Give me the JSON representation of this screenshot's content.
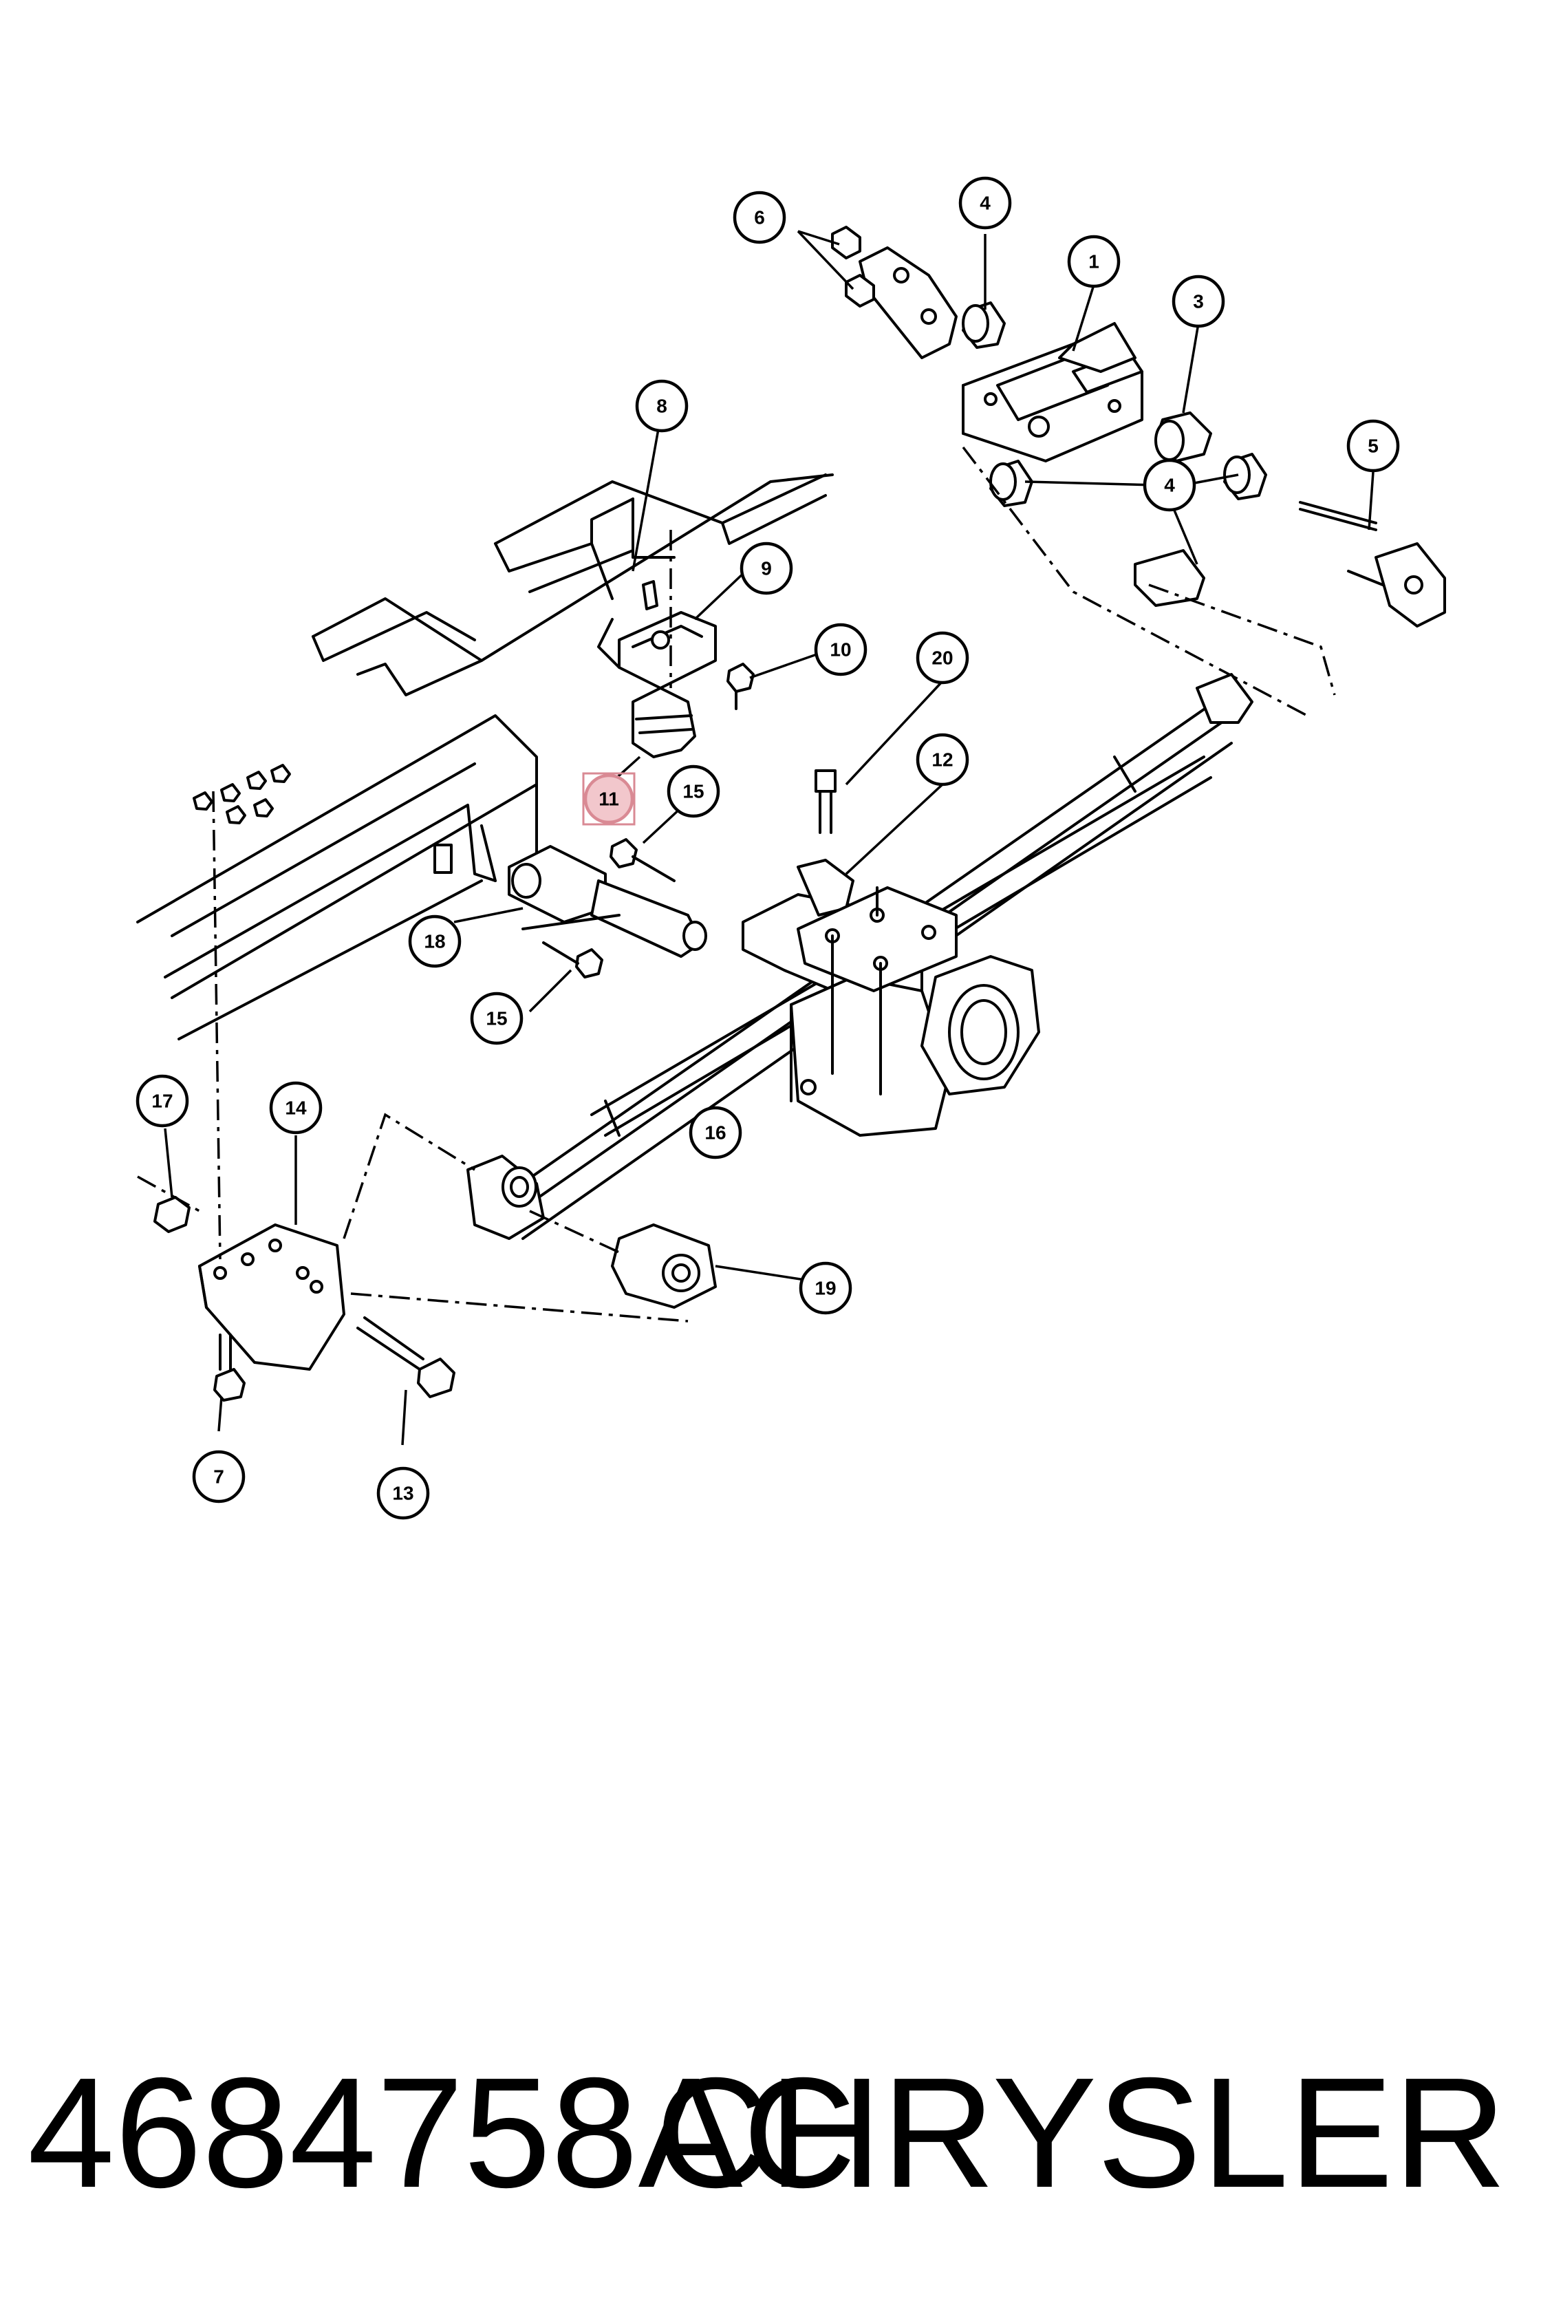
{
  "diagram": {
    "callouts": [
      {
        "id": "1",
        "label": "1"
      },
      {
        "id": "3",
        "label": "3"
      },
      {
        "id": "4a",
        "label": "4"
      },
      {
        "id": "4b",
        "label": "4"
      },
      {
        "id": "5",
        "label": "5"
      },
      {
        "id": "6",
        "label": "6"
      },
      {
        "id": "7",
        "label": "7"
      },
      {
        "id": "8",
        "label": "8"
      },
      {
        "id": "9",
        "label": "9"
      },
      {
        "id": "10",
        "label": "10"
      },
      {
        "id": "11",
        "label": "11",
        "highlighted": true
      },
      {
        "id": "12",
        "label": "12"
      },
      {
        "id": "13",
        "label": "13"
      },
      {
        "id": "14",
        "label": "14"
      },
      {
        "id": "15a",
        "label": "15"
      },
      {
        "id": "15b",
        "label": "15"
      },
      {
        "id": "16",
        "label": "16"
      },
      {
        "id": "17",
        "label": "17"
      },
      {
        "id": "18",
        "label": "18"
      },
      {
        "id": "19",
        "label": "19"
      },
      {
        "id": "20",
        "label": "20"
      }
    ],
    "highlight_color": "#f2c7cc"
  },
  "footer": {
    "part_number": "4684758AC",
    "brand": "CHRYSLER"
  }
}
